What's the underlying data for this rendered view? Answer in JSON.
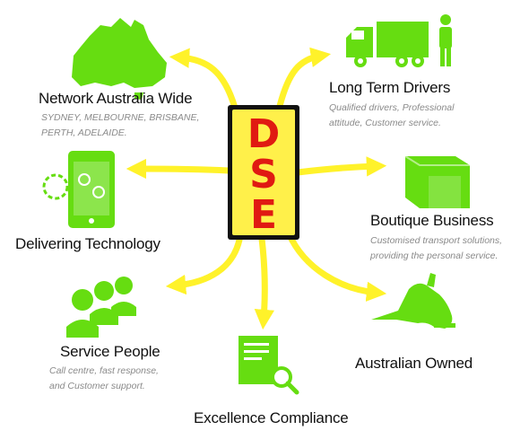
{
  "logo": {
    "letters": [
      "D",
      "S",
      "E"
    ]
  },
  "colors": {
    "green": "#66dd11",
    "arrow": "#fff22a",
    "logo_fill": "#fff04a",
    "logo_border": "#111111",
    "logo_text": "#e01a12",
    "title": "#111111",
    "subtitle": "#8a8a8a"
  },
  "items": [
    {
      "id": "network",
      "icon": "australia-map-icon",
      "title": "Network Australia Wide",
      "lines": [
        "SYDNEY, MELBOURNE, BRISBANE,",
        "PERTH, ADELAIDE."
      ]
    },
    {
      "id": "drivers",
      "icon": "truck-driver-icon",
      "title": "Long Term Drivers",
      "lines": [
        "Qualified drivers, Professional",
        "attitude, Customer service."
      ]
    },
    {
      "id": "technology",
      "icon": "tablet-gears-icon",
      "title": "Delivering Technology",
      "lines": []
    },
    {
      "id": "boutique",
      "icon": "warehouse-icon",
      "title": "Boutique Business",
      "lines": [
        "Customised transport solutions,",
        "providing the personal service."
      ]
    },
    {
      "id": "people",
      "icon": "call-centre-people-icon",
      "title": "Service People",
      "lines": [
        "Call centre, fast response,",
        "and Customer support."
      ]
    },
    {
      "id": "owned",
      "icon": "kangaroo-icon",
      "title": "Australian Owned",
      "lines": []
    },
    {
      "id": "compliance",
      "icon": "document-magnifier-icon",
      "title": "Excellence Compliance",
      "lines": []
    }
  ]
}
